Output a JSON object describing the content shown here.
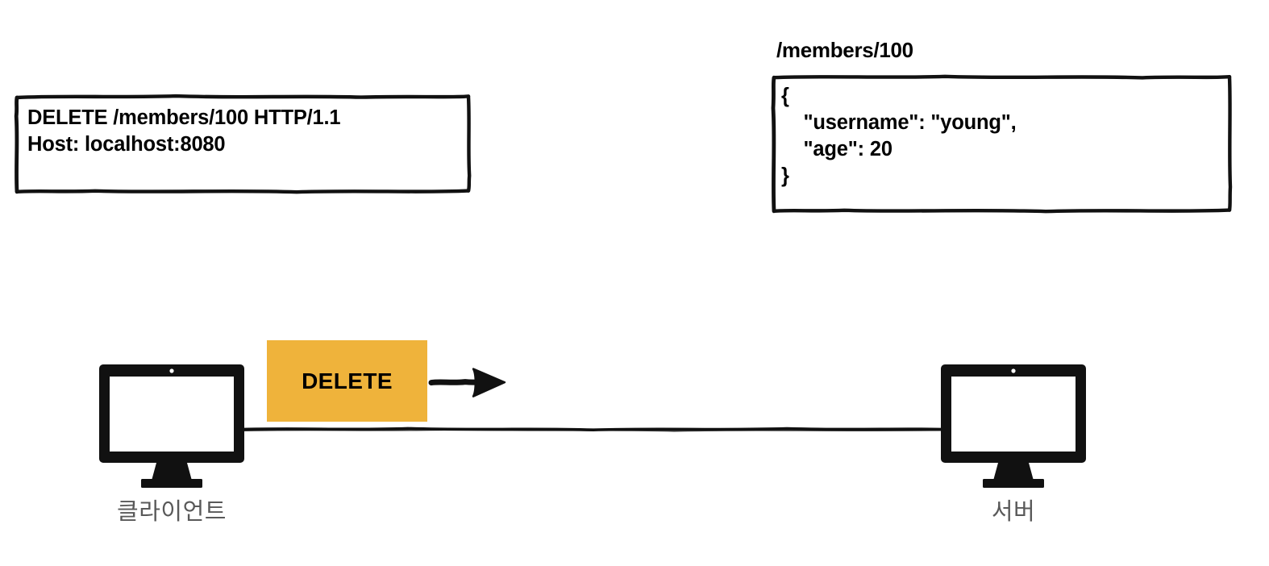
{
  "diagram": {
    "request_box": {
      "name": "http-request",
      "lines": [
        "DELETE /members/100 HTTP/1.1",
        "Host: localhost:8080"
      ],
      "text": "DELETE /members/100 HTTP/1.1\nHost: localhost:8080"
    },
    "resource": {
      "path_label": "/members/100",
      "body_lines": [
        "{",
        "    \"username\": \"young\",",
        "    \"age\": 20",
        "}"
      ],
      "body_text": "{\n    \"username\": \"young\",\n    \"age\": 20\n}",
      "fields": [
        {
          "key": "username",
          "value": "young"
        },
        {
          "key": "age",
          "value": "20"
        }
      ]
    },
    "flow": {
      "method": "DELETE",
      "direction": "client-to-server",
      "arrow_icon": "arrow-right-icon",
      "badge_color": "#efb33b"
    },
    "nodes": [
      {
        "id": "client",
        "label": "클라이언트",
        "icon": "monitor-icon"
      },
      {
        "id": "server",
        "label": "서버",
        "icon": "monitor-icon"
      }
    ],
    "colors": {
      "accent": "#efb33b",
      "stroke": "#000000",
      "label_gray": "#595959",
      "background": "#ffffff"
    }
  }
}
